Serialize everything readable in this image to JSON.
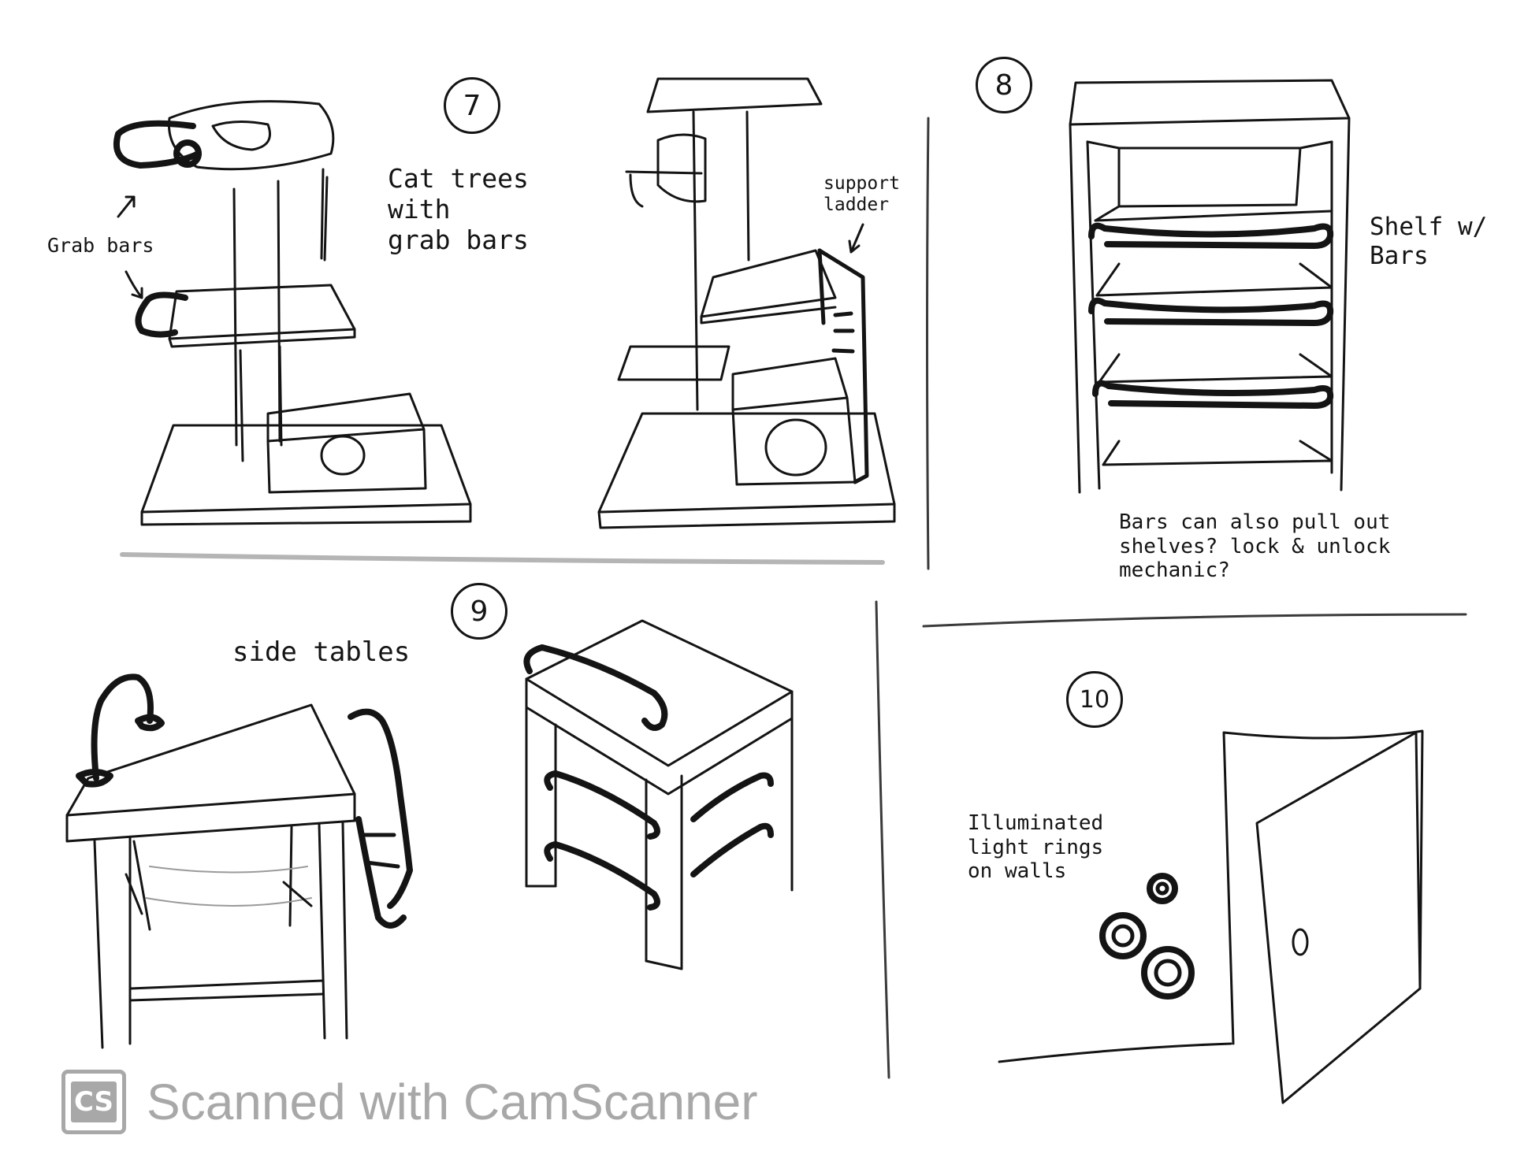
{
  "panels": {
    "p7": {
      "number": "7",
      "title": "Cat trees\nwith\ngrab bars",
      "grab_label": "Grab bars",
      "support_label": "support\nladder"
    },
    "p8": {
      "number": "8",
      "title": "Shelf w/\nBars",
      "note": "Bars can also pull out\nshelves? lock & unlock\nmechanic?"
    },
    "p9": {
      "number": "9",
      "title": "side tables"
    },
    "p10": {
      "number": "10",
      "title": "Illuminated\nlight rings\non walls"
    }
  },
  "watermark": {
    "logo": "CS",
    "text": "Scanned with CamScanner"
  },
  "colors": {
    "ink": "#141414",
    "watermark": "#a8a8a8",
    "paper": "#ffffff"
  }
}
